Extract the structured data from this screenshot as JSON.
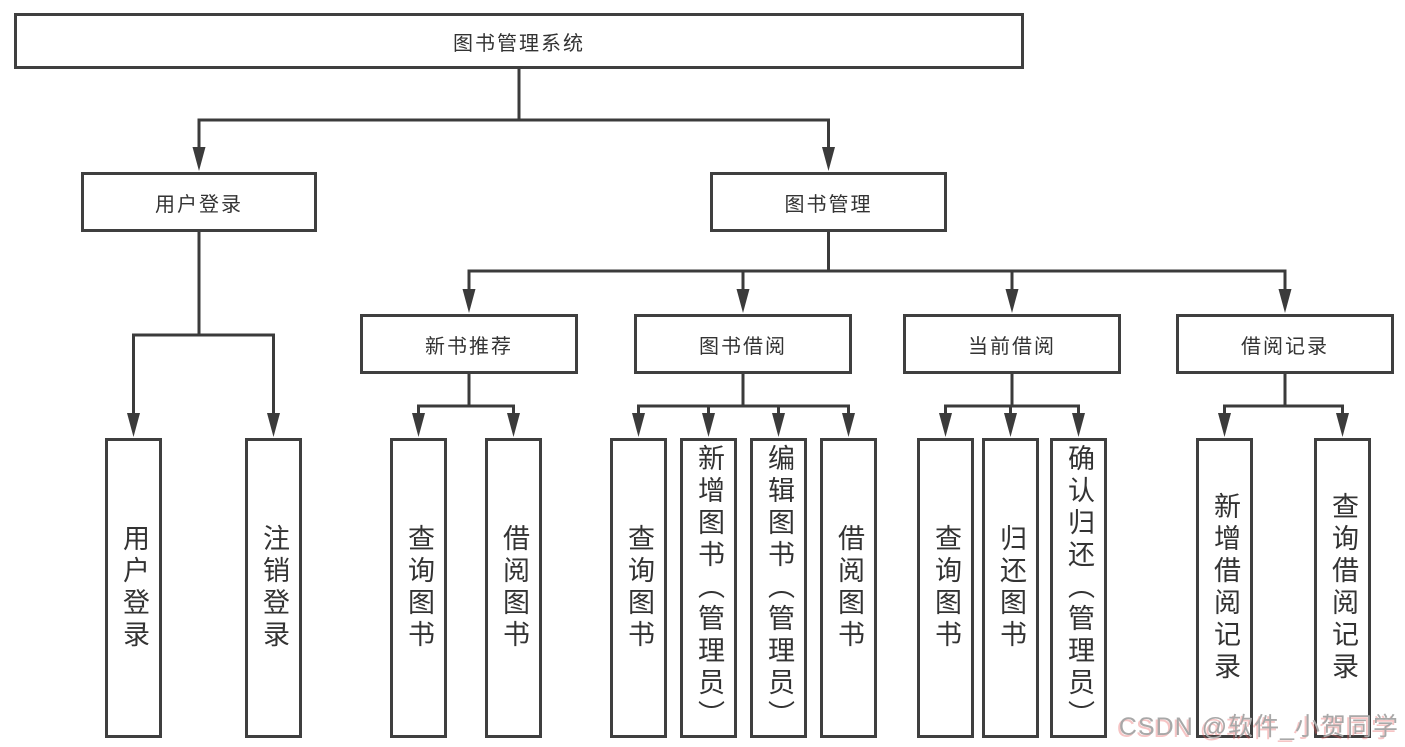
{
  "diagram": {
    "title": "图书管理系统",
    "branches": [
      {
        "label": "用户登录",
        "children": [
          "用户登录",
          "注销登录"
        ]
      },
      {
        "label": "图书管理",
        "sections": [
          {
            "label": "新书推荐",
            "children": [
              "查询图书",
              "借阅图书"
            ]
          },
          {
            "label": "图书借阅",
            "children": [
              "查询图书",
              "新增图书（管理员）",
              "编辑图书（管理员）",
              "借阅图书"
            ]
          },
          {
            "label": "当前借阅",
            "children": [
              "查询图书",
              "归还图书",
              "确认归还（管理员）"
            ]
          },
          {
            "label": "借阅记录",
            "children": [
              "新增借阅记录",
              "查询借阅记录"
            ]
          }
        ]
      }
    ]
  },
  "watermark": {
    "text": "CSDN @软件_小贺同学"
  },
  "colors": {
    "line": "#3b3b3b",
    "border": "#3f3f3f",
    "text": "#333333",
    "watermark_gray": "#a8a8a8",
    "background": "#ffffff"
  }
}
